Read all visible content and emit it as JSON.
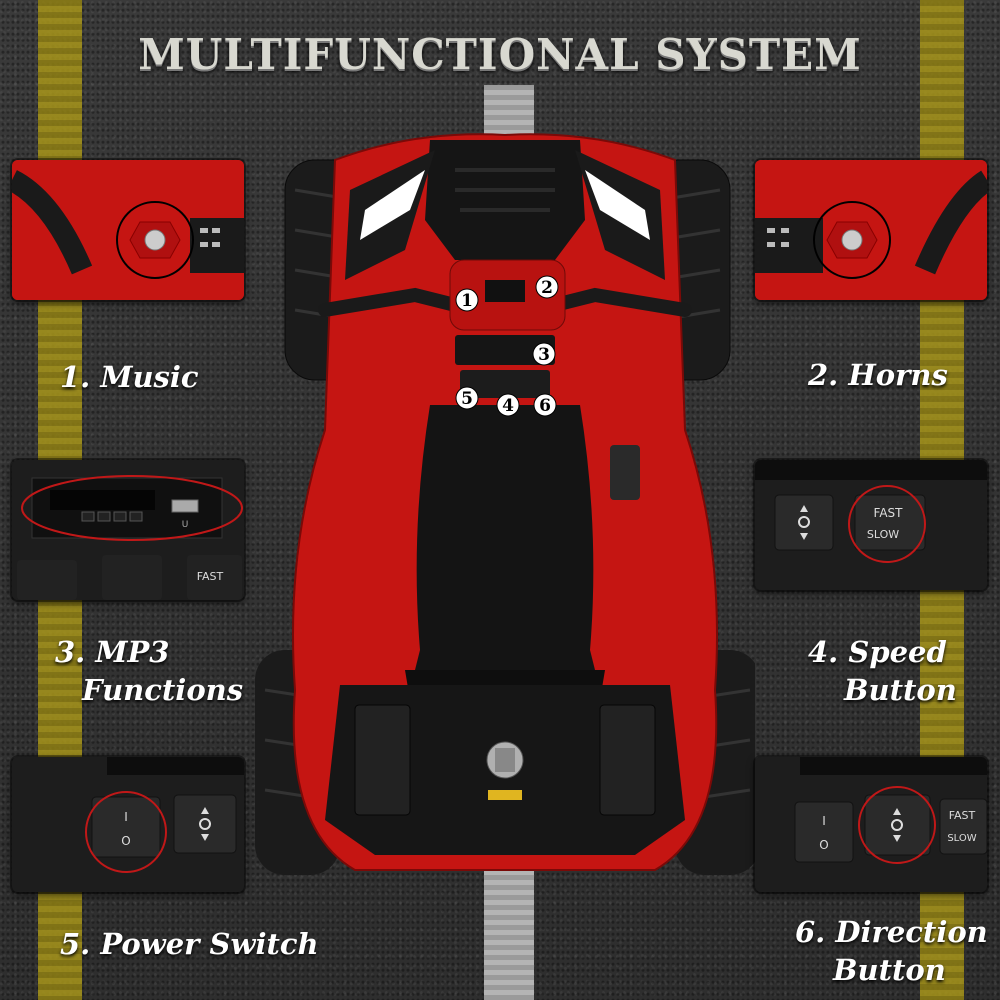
{
  "title": "MULTIFUNCTIONAL SYSTEM",
  "features": [
    {
      "number": "1",
      "label": "1. Music"
    },
    {
      "number": "2",
      "label": "2. Horns"
    },
    {
      "number": "3",
      "label_line1": "3. MP3",
      "label_line2": "Functions"
    },
    {
      "number": "4",
      "label_line1": "4. Speed",
      "label_line2": "Button"
    },
    {
      "number": "5",
      "label": "5. Power Switch"
    },
    {
      "number": "6",
      "label_line1": "6. Direction",
      "label_line2": "Button"
    }
  ],
  "speed_button": {
    "fast": "FAST",
    "slow": "SLOW"
  },
  "power_switch": {
    "on": "I",
    "off": "O"
  },
  "mp3_panel": {
    "usb_mark": "U"
  },
  "colors": {
    "body": "#c51512",
    "road": "#2e2e2e",
    "yellow_line": "#a8961a",
    "marker": "#ffffff"
  }
}
